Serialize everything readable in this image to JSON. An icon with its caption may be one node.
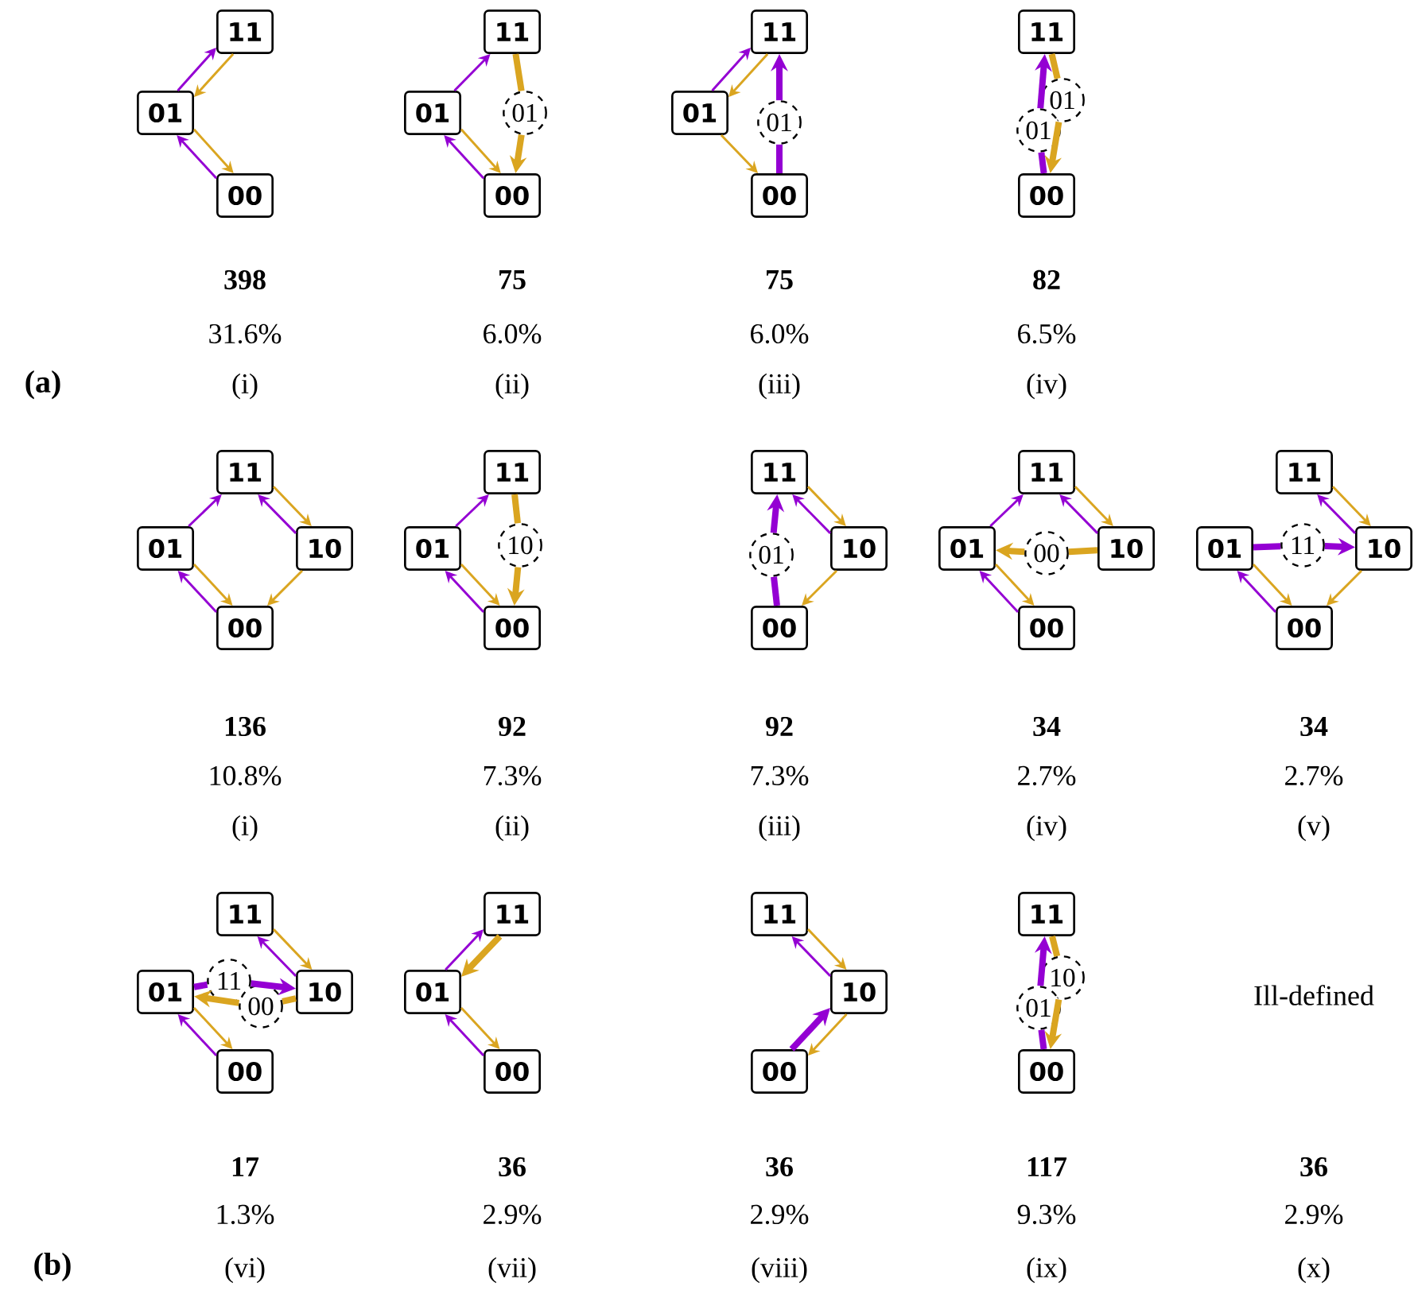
{
  "diagram": {
    "nodes": [
      {
        "text": [
          "11"
        ]
      },
      {
        "text": [
          "01"
        ]
      },
      {
        "text": [
          "00"
        ]
      },
      {
        "text": [
          "11"
        ]
      },
      {
        "text": [
          "01"
        ]
      },
      {
        "text": [
          "01"
        ]
      },
      {
        "text": [
          "00"
        ]
      },
      {
        "text": [
          "11"
        ]
      },
      {
        "text": [
          "01"
        ]
      },
      {
        "text": [
          "01"
        ]
      },
      {
        "text": [
          "00"
        ]
      },
      {
        "text": [
          "11"
        ]
      },
      {
        "text": [
          "01"
        ]
      },
      {
        "text": [
          "01"
        ]
      },
      {
        "text": [
          "00"
        ]
      },
      {
        "text": [
          "11"
        ]
      },
      {
        "text": [
          "01"
        ]
      },
      {
        "text": [
          "10"
        ]
      },
      {
        "text": [
          "00"
        ]
      },
      {
        "text": [
          "11"
        ]
      },
      {
        "text": [
          "01"
        ]
      },
      {
        "text": [
          "10"
        ]
      },
      {
        "text": [
          "00"
        ]
      },
      {
        "text": [
          "11"
        ]
      },
      {
        "text": [
          "01"
        ]
      },
      {
        "text": [
          "10"
        ]
      },
      {
        "text": [
          "00"
        ]
      },
      {
        "text": [
          "11"
        ]
      },
      {
        "text": [
          "01"
        ]
      },
      {
        "text": [
          "00"
        ]
      },
      {
        "text": [
          "10"
        ]
      },
      {
        "text": [
          "00"
        ]
      },
      {
        "text": [
          "11"
        ]
      },
      {
        "text": [
          "01"
        ]
      },
      {
        "text": [
          "11"
        ]
      },
      {
        "text": [
          "10"
        ]
      },
      {
        "text": [
          "00"
        ]
      },
      {
        "text": [
          "11"
        ]
      },
      {
        "text": [
          "01"
        ]
      },
      {
        "text": [
          "11"
        ]
      },
      {
        "text": [
          "00"
        ]
      },
      {
        "text": [
          "10"
        ]
      },
      {
        "text": [
          "00"
        ]
      },
      {
        "text": [
          "11"
        ]
      },
      {
        "text": [
          "01"
        ]
      },
      {
        "text": [
          "00"
        ]
      },
      {
        "text": [
          "11"
        ]
      },
      {
        "text": [
          "10"
        ]
      },
      {
        "text": [
          "00"
        ]
      },
      {
        "text": [
          "11"
        ]
      },
      {
        "text": [
          "10"
        ]
      },
      {
        "text": [
          "01"
        ]
      },
      {
        "text": [
          "00"
        ]
      }
    ],
    "edges": [
      {
        "from": 1,
        "to": 0,
        "arrow": "to",
        "color": "#9400d3"
      },
      {
        "from": 0,
        "to": 1,
        "arrow": "to",
        "color": "#daa520"
      },
      {
        "from": 2,
        "to": 1,
        "arrow": "to",
        "color": "#9400d3"
      },
      {
        "from": 1,
        "to": 2,
        "arrow": "to",
        "color": "#daa520"
      },
      {
        "from": 4,
        "to": 3,
        "arrow": "to",
        "color": "#9400d3"
      },
      {
        "from": 3,
        "to": 5,
        "arrow": "none",
        "style": "thick",
        "color": "#daa520"
      },
      {
        "from": 5,
        "to": 6,
        "arrow": "to",
        "style": "thick",
        "color": "#daa520"
      },
      {
        "from": 6,
        "to": 4,
        "arrow": "to",
        "color": "#9400d3"
      },
      {
        "from": 4,
        "to": 6,
        "arrow": "to",
        "color": "#daa520"
      },
      {
        "from": 8,
        "to": 7,
        "arrow": "to",
        "color": "#9400d3"
      },
      {
        "from": 7,
        "to": 8,
        "arrow": "to",
        "color": "#daa520"
      },
      {
        "from": 8,
        "to": 10,
        "arrow": "to",
        "color": "#daa520"
      },
      {
        "from": 10,
        "to": 9,
        "arrow": "none",
        "style": "thick",
        "color": "#9400d3"
      },
      {
        "from": 9,
        "to": 7,
        "arrow": "to",
        "style": "thick",
        "color": "#9400d3"
      },
      {
        "from": 14,
        "to": 13,
        "arrow": "none",
        "style": "thick",
        "color": "#9400d3"
      },
      {
        "from": 13,
        "to": 11,
        "arrow": "to",
        "style": "thick",
        "color": "#9400d3"
      },
      {
        "from": 11,
        "to": 12,
        "arrow": "none",
        "style": "thick",
        "color": "#daa520"
      },
      {
        "from": 12,
        "to": 14,
        "arrow": "to",
        "style": "thick",
        "color": "#daa520"
      },
      {
        "from": 16,
        "to": 15,
        "arrow": "to",
        "color": "#9400d3"
      },
      {
        "from": 18,
        "to": 16,
        "arrow": "to",
        "color": "#9400d3"
      },
      {
        "from": 16,
        "to": 18,
        "arrow": "to",
        "color": "#daa520"
      },
      {
        "from": 15,
        "to": 17,
        "arrow": "to",
        "color": "#daa520"
      },
      {
        "from": 17,
        "to": 15,
        "arrow": "to",
        "color": "#9400d3"
      },
      {
        "from": 17,
        "to": 18,
        "arrow": "to",
        "color": "#daa520"
      },
      {
        "from": 20,
        "to": 19,
        "arrow": "to",
        "color": "#9400d3"
      },
      {
        "from": 22,
        "to": 20,
        "arrow": "to",
        "color": "#9400d3"
      },
      {
        "from": 20,
        "to": 22,
        "arrow": "to",
        "color": "#daa520"
      },
      {
        "from": 19,
        "to": 21,
        "arrow": "none",
        "style": "thick",
        "color": "#daa520"
      },
      {
        "from": 21,
        "to": 22,
        "arrow": "to",
        "style": "thick",
        "color": "#daa520"
      },
      {
        "from": 25,
        "to": 23,
        "arrow": "to",
        "color": "#9400d3"
      },
      {
        "from": 23,
        "to": 25,
        "arrow": "to",
        "color": "#daa520"
      },
      {
        "from": 25,
        "to": 26,
        "arrow": "to",
        "color": "#daa520"
      },
      {
        "from": 26,
        "to": 24,
        "arrow": "none",
        "style": "thick",
        "color": "#9400d3"
      },
      {
        "from": 24,
        "to": 23,
        "arrow": "to",
        "style": "thick",
        "color": "#9400d3"
      },
      {
        "from": 28,
        "to": 27,
        "arrow": "to",
        "color": "#9400d3"
      },
      {
        "from": 27,
        "to": 30,
        "arrow": "to",
        "color": "#daa520"
      },
      {
        "from": 30,
        "to": 27,
        "arrow": "to",
        "color": "#9400d3"
      },
      {
        "from": 31,
        "to": 28,
        "arrow": "to",
        "color": "#9400d3"
      },
      {
        "from": 28,
        "to": 31,
        "arrow": "to",
        "color": "#daa520"
      },
      {
        "from": 30,
        "to": 29,
        "arrow": "none",
        "style": "thick",
        "color": "#daa520"
      },
      {
        "from": 29,
        "to": 28,
        "arrow": "to",
        "style": "thick",
        "color": "#daa520"
      },
      {
        "from": 33,
        "to": 34,
        "arrow": "none",
        "style": "thick",
        "color": "#9400d3"
      },
      {
        "from": 34,
        "to": 35,
        "arrow": "to",
        "style": "thick",
        "color": "#9400d3"
      },
      {
        "from": 35,
        "to": 32,
        "arrow": "to",
        "color": "#9400d3"
      },
      {
        "from": 32,
        "to": 35,
        "arrow": "to",
        "color": "#daa520"
      },
      {
        "from": 35,
        "to": 36,
        "arrow": "to",
        "color": "#daa520"
      },
      {
        "from": 36,
        "to": 33,
        "arrow": "to",
        "color": "#9400d3"
      },
      {
        "from": 33,
        "to": 36,
        "arrow": "to",
        "color": "#daa520"
      },
      {
        "from": 38,
        "to": 39,
        "arrow": "none",
        "style": "thick",
        "color": "#9400d3"
      },
      {
        "from": 39,
        "to": 41,
        "arrow": "to",
        "style": "thick",
        "color": "#9400d3"
      },
      {
        "from": 41,
        "to": 40,
        "arrow": "none",
        "style": "thick",
        "color": "#daa520"
      },
      {
        "from": 40,
        "to": 38,
        "arrow": "to",
        "style": "thick",
        "color": "#daa520"
      },
      {
        "from": 41,
        "to": 37,
        "arrow": "to",
        "color": "#9400d3"
      },
      {
        "from": 37,
        "to": 41,
        "arrow": "to",
        "color": "#daa520"
      },
      {
        "from": 42,
        "to": 38,
        "arrow": "to",
        "color": "#9400d3"
      },
      {
        "from": 38,
        "to": 42,
        "arrow": "to",
        "color": "#daa520"
      },
      {
        "from": 44,
        "to": 43,
        "arrow": "to",
        "color": "#9400d3"
      },
      {
        "from": 43,
        "to": 44,
        "arrow": "to",
        "style": "thick",
        "color": "#daa520"
      },
      {
        "from": 45,
        "to": 44,
        "arrow": "to",
        "color": "#9400d3"
      },
      {
        "from": 44,
        "to": 45,
        "arrow": "to",
        "color": "#daa520"
      },
      {
        "from": 47,
        "to": 46,
        "arrow": "to",
        "color": "#9400d3"
      },
      {
        "from": 46,
        "to": 47,
        "arrow": "to",
        "color": "#daa520"
      },
      {
        "from": 48,
        "to": 47,
        "arrow": "to",
        "style": "thick",
        "color": "#9400d3"
      },
      {
        "from": 47,
        "to": 48,
        "arrow": "to",
        "color": "#daa520"
      },
      {
        "from": 52,
        "to": 51,
        "arrow": "none",
        "style": "thick",
        "color": "#9400d3"
      },
      {
        "from": 51,
        "to": 49,
        "arrow": "to",
        "style": "thick",
        "color": "#9400d3"
      },
      {
        "from": 49,
        "to": 50,
        "arrow": "none",
        "style": "thick",
        "color": "#daa520"
      },
      {
        "from": 50,
        "to": 52,
        "arrow": "to",
        "style": "thick",
        "color": "#daa520"
      }
    ],
    "labels": [
      "398",
      "75",
      "75",
      "82",
      "31.6%",
      "6.0%",
      "6.0%",
      "6.5%",
      "(a)",
      "(i)",
      "(ii)",
      "(iii)",
      "(iv)",
      "136",
      "92",
      "92",
      "34",
      "34",
      "10.8%",
      "7.3%",
      "7.3%",
      "2.7%",
      "2.7%",
      "(i)",
      "(ii)",
      "(iii)",
      "(iv)",
      "(v)",
      "Ill-defined",
      "17",
      "36",
      "36",
      "117",
      "36",
      "1.3%",
      "2.9%",
      "2.9%",
      "9.3%",
      "2.9%",
      "(b)",
      "(vi)",
      "(vii)",
      "(viii)",
      "(ix)",
      "(x)"
    ]
  }
}
